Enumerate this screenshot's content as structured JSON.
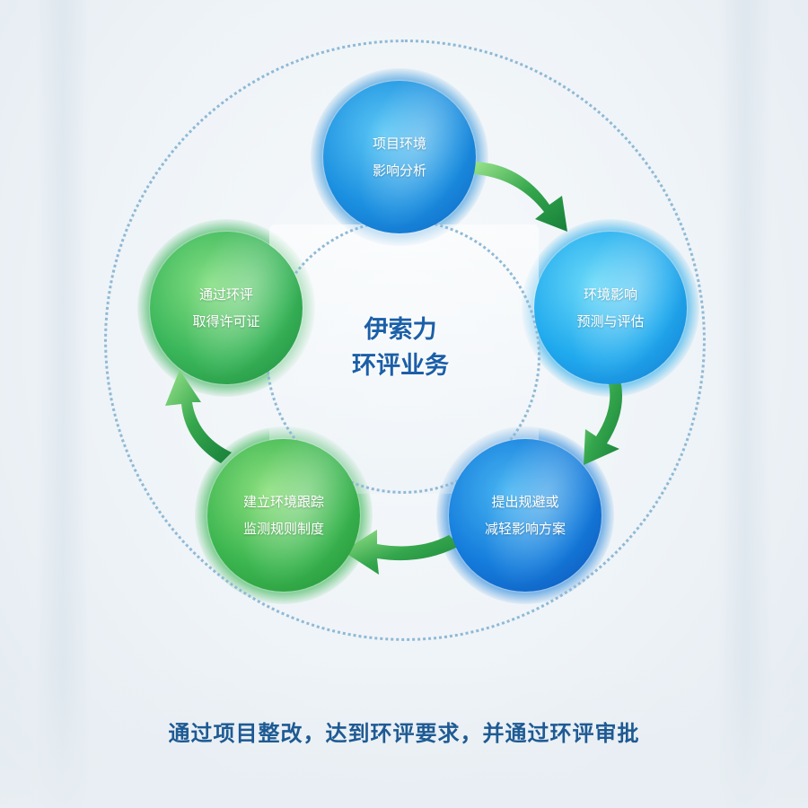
{
  "center": {
    "line1": "伊索力",
    "line2": "环评业务"
  },
  "steps": [
    {
      "line1": "项目环境",
      "line2": "影响分析"
    },
    {
      "line1": "环境影响",
      "line2": "预测与评估"
    },
    {
      "line1": "提出规避或",
      "line2": "减轻影响方案"
    },
    {
      "line1": "建立环境跟踪",
      "line2": "监测规则制度"
    },
    {
      "line1": "通过环评",
      "line2": "取得许可证"
    }
  ],
  "footer": "通过项目整改，达到环评要求，并通过环评审批",
  "colors": {
    "title": "#1b5fa8",
    "footer": "#1e5a93",
    "ring": "#8fb9d6",
    "arrow": "#2e9a4a",
    "blue_node": "#1b8fe0",
    "green_node": "#3cb650"
  },
  "icons": [
    "arrow-curved-icon"
  ]
}
